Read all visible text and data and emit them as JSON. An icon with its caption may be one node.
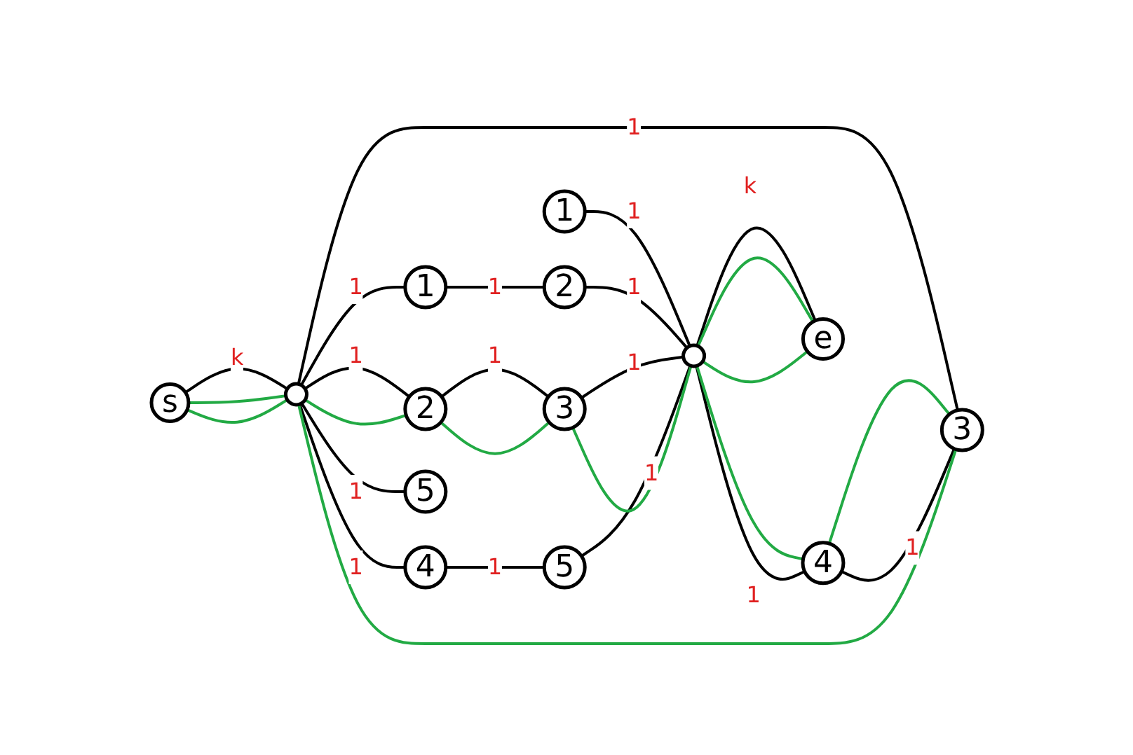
{
  "diagram": {
    "nodes": [
      {
        "text": [
          "s"
        ]
      },
      {
        "text": [],
        "shape": "circle"
      },
      {
        "text": [
          "1"
        ]
      },
      {
        "text": [
          "2"
        ]
      },
      {
        "text": [
          "3"
        ]
      },
      {
        "text": [
          "4"
        ]
      },
      {
        "text": [
          "5"
        ]
      },
      {
        "text": [
          "1"
        ]
      },
      {
        "text": [
          "2"
        ]
      },
      {
        "text": [
          "3"
        ]
      },
      {
        "text": [
          "4"
        ]
      },
      {
        "text": [
          "5"
        ]
      },
      {
        "text": [],
        "shape": "circle"
      },
      {
        "text": [
          "e"
        ]
      }
    ],
    "edges": [
      {
        "from": 0,
        "to": 1,
        "arrow": "none",
        "label": "k"
      },
      {
        "from": 1,
        "to": 2,
        "arrow": "none",
        "label": "1"
      },
      {
        "from": 1,
        "to": 3,
        "arrow": "none",
        "label": "1"
      },
      {
        "from": 1,
        "to": 4,
        "arrow": "none",
        "label": "1"
      },
      {
        "from": 1,
        "to": 5,
        "arrow": "none",
        "label": "1"
      },
      {
        "from": 1,
        "to": 6,
        "arrow": "none",
        "label": "1"
      },
      {
        "from": 2,
        "to": 8,
        "arrow": "none",
        "label": "1"
      },
      {
        "from": 3,
        "to": 9,
        "arrow": "none",
        "label": "1"
      },
      {
        "from": 4,
        "to": 10,
        "arrow": "none",
        "label": "1"
      },
      {
        "from": 5,
        "to": 11,
        "arrow": "none",
        "label": "1"
      },
      {
        "from": 7,
        "to": 12,
        "arrow": "none",
        "label": "1"
      },
      {
        "from": 8,
        "to": 12,
        "arrow": "none",
        "label": "1"
      },
      {
        "from": 9,
        "to": 12,
        "arrow": "none",
        "label": "1"
      },
      {
        "from": 10,
        "to": 12,
        "arrow": "none",
        "label": "1"
      },
      {
        "from": 11,
        "to": 12,
        "arrow": "none",
        "label": "1"
      },
      {
        "from": 12,
        "to": 13,
        "arrow": "none",
        "label": "k"
      },
      {
        "from": 0,
        "to": 1,
        "arrow": "none",
        "color": "#22aa44"
      },
      {
        "from": 1,
        "to": 3,
        "arrow": "none",
        "color": "#22aa44"
      },
      {
        "from": 3,
        "to": 9,
        "arrow": "none",
        "color": "#22aa44"
      },
      {
        "from": 9,
        "to": 12,
        "arrow": "none",
        "color": "#22aa44"
      },
      {
        "from": 12,
        "to": 13,
        "arrow": "none",
        "color": "#22aa44"
      },
      {
        "from": 13,
        "to": 12,
        "arrow": "none",
        "color": "#22aa44"
      },
      {
        "from": 12,
        "to": 10,
        "arrow": "none",
        "color": "#22aa44"
      },
      {
        "from": 10,
        "to": 4,
        "arrow": "none",
        "color": "#22aa44"
      },
      {
        "from": 4,
        "to": 1,
        "arrow": "none",
        "color": "#22aa44"
      },
      {
        "from": 1,
        "to": 0,
        "arrow": "none",
        "color": "#22aa44"
      }
    ]
  }
}
